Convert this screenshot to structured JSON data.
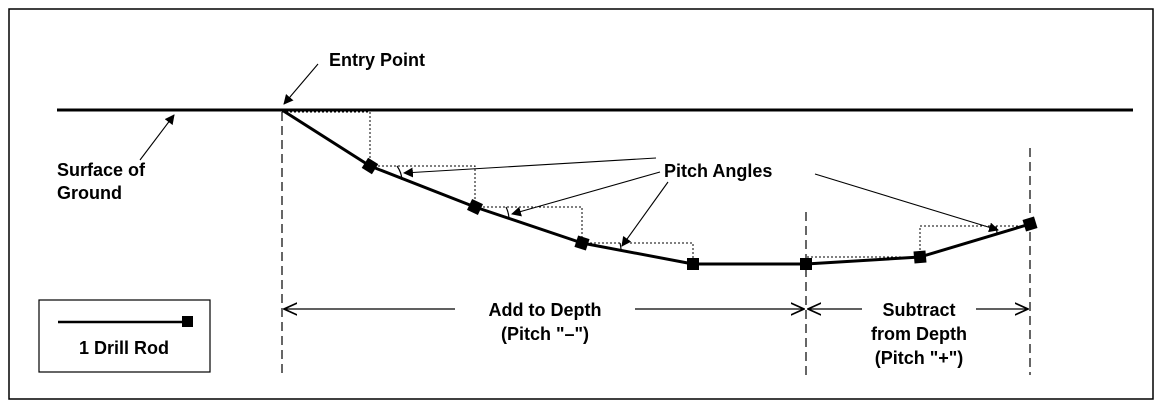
{
  "labels": {
    "entry_point": "Entry Point",
    "surface_line1": "Surface of",
    "surface_line2": "Ground",
    "pitch_angles": "Pitch Angles",
    "add_line1": "Add to Depth",
    "add_line2": "(Pitch \"–\")",
    "subtract_line1": "Subtract",
    "subtract_line2": "from Depth",
    "subtract_line3": "(Pitch \"+\")",
    "legend": "1 Drill Rod"
  },
  "colors": {
    "line": "#000000",
    "background": "#ffffff"
  }
}
